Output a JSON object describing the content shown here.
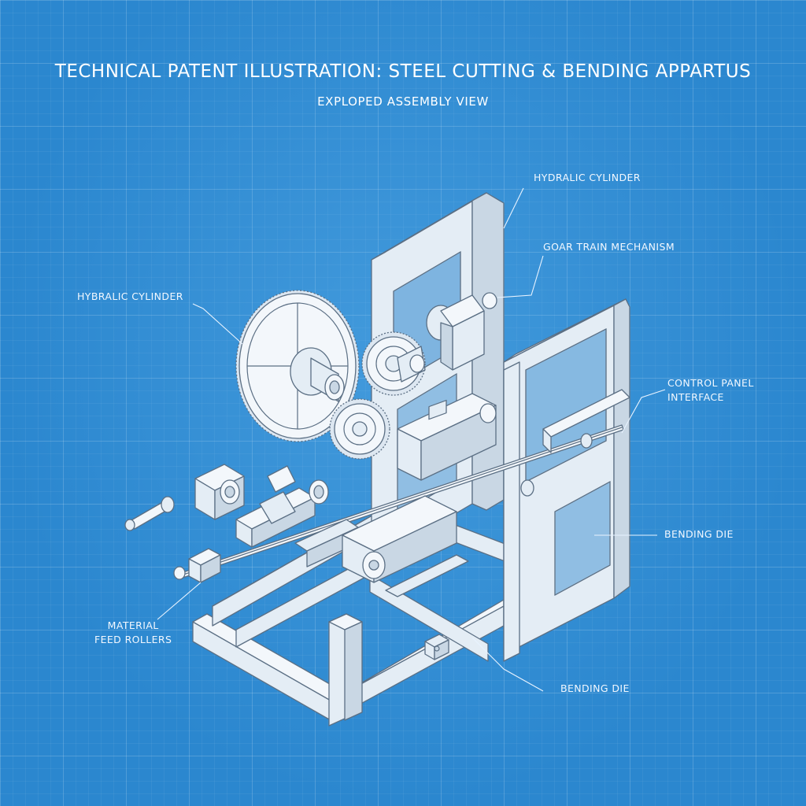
{
  "header": {
    "title": "TECHNICAL PATENT ILLUSTRATION: STEEL CUTTING & BENDING APPARTUS",
    "subtitle": "EXPLOPED ASSEMBLY VIEW"
  },
  "callouts": {
    "hydraulic_cylinder_top": "HYDRALIC CYLINDER",
    "gear_train": "GOAR TRAIN MECHANISM",
    "hydraulic_cylinder_left": "HYBRALIC CYLINDER",
    "control_panel_line1": "CONTROL PANEL",
    "control_panel_line2": "INTERFACE",
    "bending_die_right": "BENDING DIE",
    "material_feed_line1": "MATERIAL",
    "material_feed_line2": "FEED ROLLERS",
    "bending_die_bottom": "BENDING DIE"
  },
  "colors": {
    "blueprint_background": "#2b87cf",
    "part_fill": "#e4edf5",
    "part_outline": "#5b6f84",
    "label_text": "#ffffff"
  }
}
